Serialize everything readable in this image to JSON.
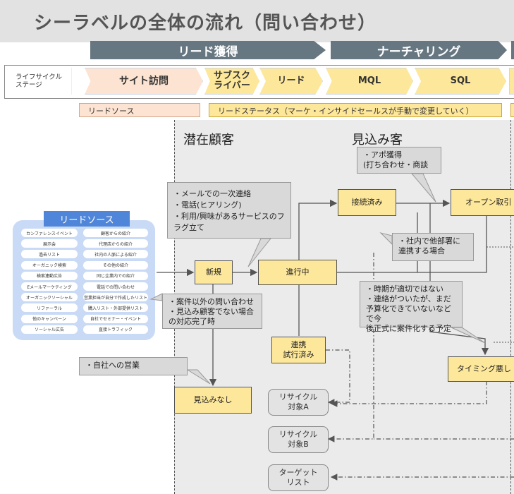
{
  "title": "シーラベルの全体の流れ（問い合わせ）",
  "phases": [
    "リード獲得",
    "ナーチャリング"
  ],
  "lifecycle_label": "ライフサイクル\nステージ",
  "stages": [
    "サイト訪問",
    "サブスク\nライバー",
    "リード",
    "MQL",
    "SQL"
  ],
  "bars": {
    "lead_source": "リードソース",
    "lead_status": "リードステータス（マーケ・インサイドセールスが手動で変更していく）"
  },
  "zones": {
    "potential": "潜在顧客",
    "prospect": "見込み客"
  },
  "lead_sources": {
    "title": "リードソース",
    "left": [
      "カンファレンスイベント",
      "展示会",
      "過去リスト",
      "オーガニック検索",
      "検索連動広告",
      "Eメールマーケティング",
      "オーガニックソーシャル",
      "リファーラル",
      "他のキャンペーン",
      "ソーシャル広告"
    ],
    "right": [
      "顧客からの紹介",
      "代理店からの紹介",
      "社内の人脈による紹介",
      "その他の紹介",
      "同じ企業内での紹介",
      "電話での問い合わせ",
      "営業担当が自分で作成したリスト",
      "購入リスト・外部提供リスト",
      "自社でセミナー・イベント",
      "直接トラフィック"
    ]
  },
  "nodes": {
    "new": "新規",
    "in_progress": "進行中",
    "connected": "接続済み",
    "open_deal": "オープン取引",
    "collab": "連携\n試行済み",
    "bad_timing": "タイミング悪し",
    "not_prospect": "見込みなし",
    "recycle_a": "リサイクル\n対象A",
    "recycle_b": "リサイクル\n対象B",
    "target_list": "ターゲット\nリスト"
  },
  "callouts": {
    "appointment": "・アポ獲得\n(打ち合わせ・商談",
    "first_contact": "・メールでの一次連絡\n・電話(ヒアリング)\n・利用/興味があるサービスのフ\nラグ立て",
    "internal": "・社内で他部署に\n連携する場合",
    "timing": "・時期が適切ではない\n・連絡がついたが、まだ\n予算化できていないなどで今\n後正式に案件化する予定",
    "non_deal": "・案件以外の問い合わせ\n・見込み顧客でない場合\nの対応完了時",
    "sales": "・自社への営業"
  },
  "colors": {
    "phase": "#667781",
    "stage_pink": "#fde4d2",
    "stage_yellow": "#fde79a",
    "zone": "#ebebeb",
    "panel": "#c9daf6",
    "panel_title": "#4f86d9"
  }
}
